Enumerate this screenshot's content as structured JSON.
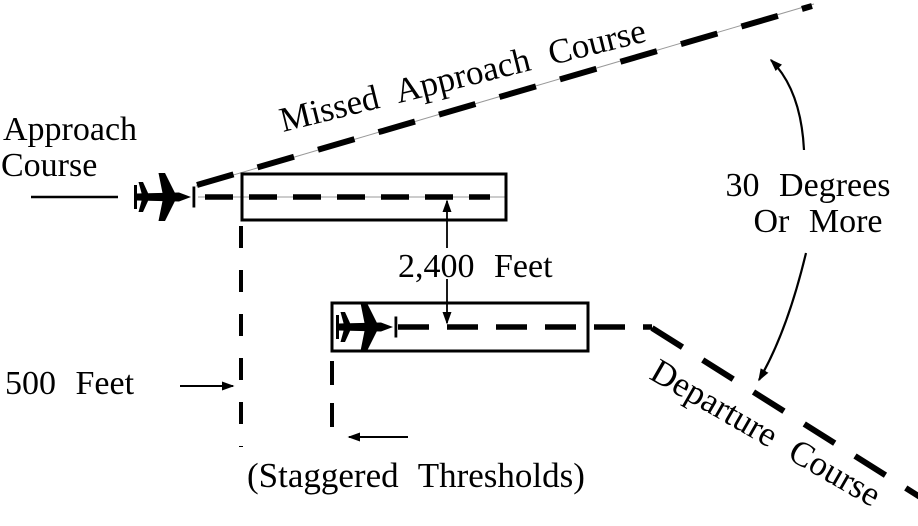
{
  "diagram": {
    "type": "aviation-procedure-diagram",
    "subject": "staggered parallel runway approach and departure courses"
  },
  "labels": {
    "approach_course_line1": "Approach",
    "approach_course_line2": "Course",
    "missed_approach_course": "Missed Approach Course",
    "departure_course": "Departure Course",
    "runway_separation": "2,400 Feet",
    "stagger_distance": "500 Feet",
    "angle_line1": "30 Degrees",
    "angle_line2": "Or More",
    "staggered_thresholds": "(Staggered Thresholds)"
  },
  "colors": {
    "ink": "#000000",
    "thin_guide_line": "#999999",
    "background": "#ffffff"
  },
  "icons": {
    "aircraft": "airplane-icon"
  }
}
